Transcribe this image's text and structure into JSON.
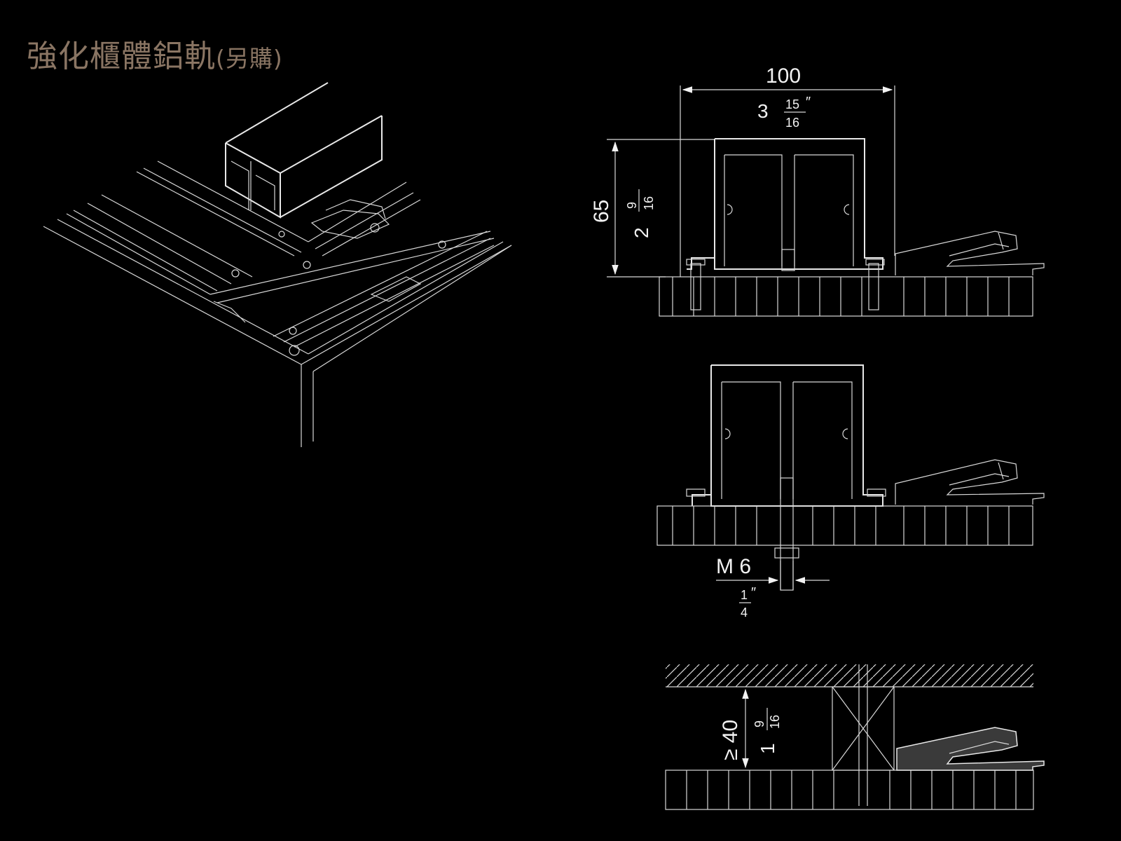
{
  "title": {
    "main": "強化櫃體鋁軌",
    "suffix": "(另購)"
  },
  "top_profile": {
    "width_mm": "100",
    "width_in_whole": "3",
    "width_in_num": "15",
    "width_in_den": "16",
    "inch_mark": "″",
    "height_mm": "65",
    "height_in_whole": "2",
    "height_in_num": "9",
    "height_in_den": "16"
  },
  "middle_profile": {
    "bolt_label": "M 6",
    "bolt_in_num": "1",
    "bolt_in_den": "4",
    "inch_mark": "″"
  },
  "bottom_profile": {
    "clearance_mm": "≥ 40",
    "clearance_in_whole": "1",
    "clearance_in_num": "9",
    "clearance_in_den": "16",
    "inch_mark": "″"
  },
  "colors": {
    "background": "#000000",
    "title": "#8a7563",
    "line": "#e8e8e8"
  }
}
